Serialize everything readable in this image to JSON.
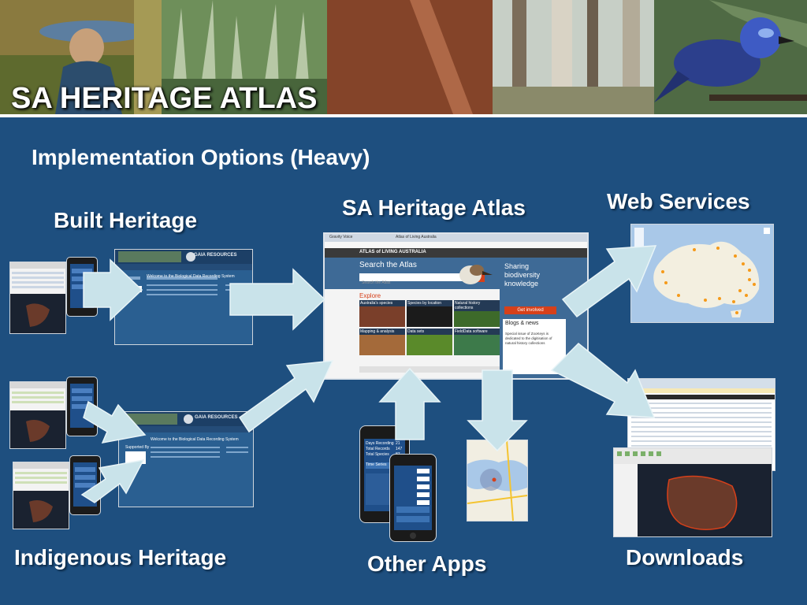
{
  "slide": {
    "title": "SA HERITAGE ATLAS",
    "subtitle": "Implementation Options (Heavy)"
  },
  "nodes": {
    "built_heritage": "Built Heritage",
    "indigenous_heritage": "Indigenous Heritage",
    "sa_heritage_atlas": "SA Heritage Atlas",
    "web_services": "Web Services",
    "other_apps": "Other Apps",
    "downloads": "Downloads"
  },
  "atlas_screenshot": {
    "logo": "ATLAS of LIVING AUSTRALIA",
    "search_heading": "Search the Atlas",
    "search_placeholder": "Search the Atlas",
    "explore_heading": "Explore",
    "tiles": [
      "Australia's species",
      "Species by location",
      "Natural history collections",
      "Mapping & analysis",
      "Data sets",
      "FieldData software"
    ],
    "sidebar_heading": "Sharing biodiversity knowledge",
    "get_involved": "Get involved",
    "blogs_heading": "Blogs & news",
    "blog_item": "Special issue of ZooKeys is dedicated to the digitisation of natural history collections",
    "browser_tab_1": "Gravity Voice",
    "browser_tab_2": "Atlas of Living Australia"
  },
  "gaia_screenshot": {
    "brand": "GAIA RESOURCES",
    "welcome": "Welcome to the Biological Data Recording System",
    "supported_by": "Supported By"
  },
  "phone_screenshot": {
    "rows": [
      "Days Recording",
      "Total Records",
      "Total Species"
    ],
    "values": [
      "21",
      "147",
      "87"
    ],
    "tab": "Time Series"
  },
  "colors": {
    "background": "#1e4f7f",
    "arrow_fill": "#c9e3ea",
    "atlas_header": "#3e6a96",
    "get_involved_red": "#d6401a"
  },
  "icons": {
    "arrow": "block-arrow-icon",
    "search": "search-icon"
  }
}
